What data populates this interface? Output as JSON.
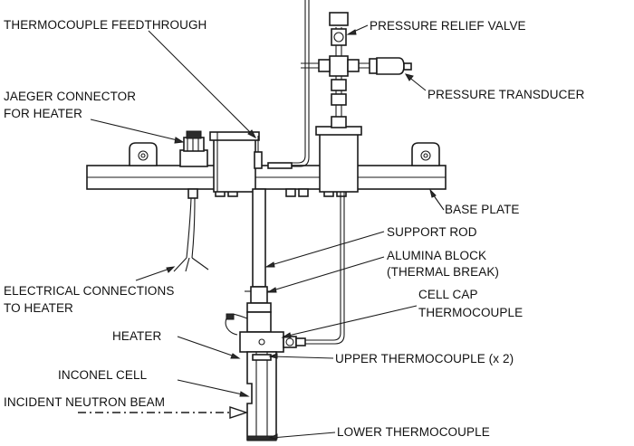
{
  "labels": {
    "thermocouple_feedthrough": "THERMOCOUPLE FEEDTHROUGH",
    "pressure_relief_valve": "PRESSURE RELIEF VALVE",
    "jaeger_connector_line1": "JAEGER CONNECTOR",
    "jaeger_connector_line2": "FOR HEATER",
    "pressure_transducer": "PRESSURE TRANSDUCER",
    "base_plate": "BASE PLATE",
    "support_rod": "SUPPORT ROD",
    "alumina_block_line1": "ALUMINA BLOCK",
    "alumina_block_line2": "(THERMAL BREAK)",
    "electrical_connections_line1": "ELECTRICAL CONNECTIONS",
    "electrical_connections_line2": "TO HEATER",
    "cell_cap_line1": "CELL CAP",
    "cell_cap_line2": "THERMOCOUPLE",
    "heater": "HEATER",
    "upper_thermocouple": "UPPER THERMOCOUPLE (x 2)",
    "inconel_cell": "INCONEL CELL",
    "incident_neutron_beam": "INCIDENT NEUTRON BEAM",
    "lower_thermocouple": "LOWER THERMOCOUPLE"
  }
}
